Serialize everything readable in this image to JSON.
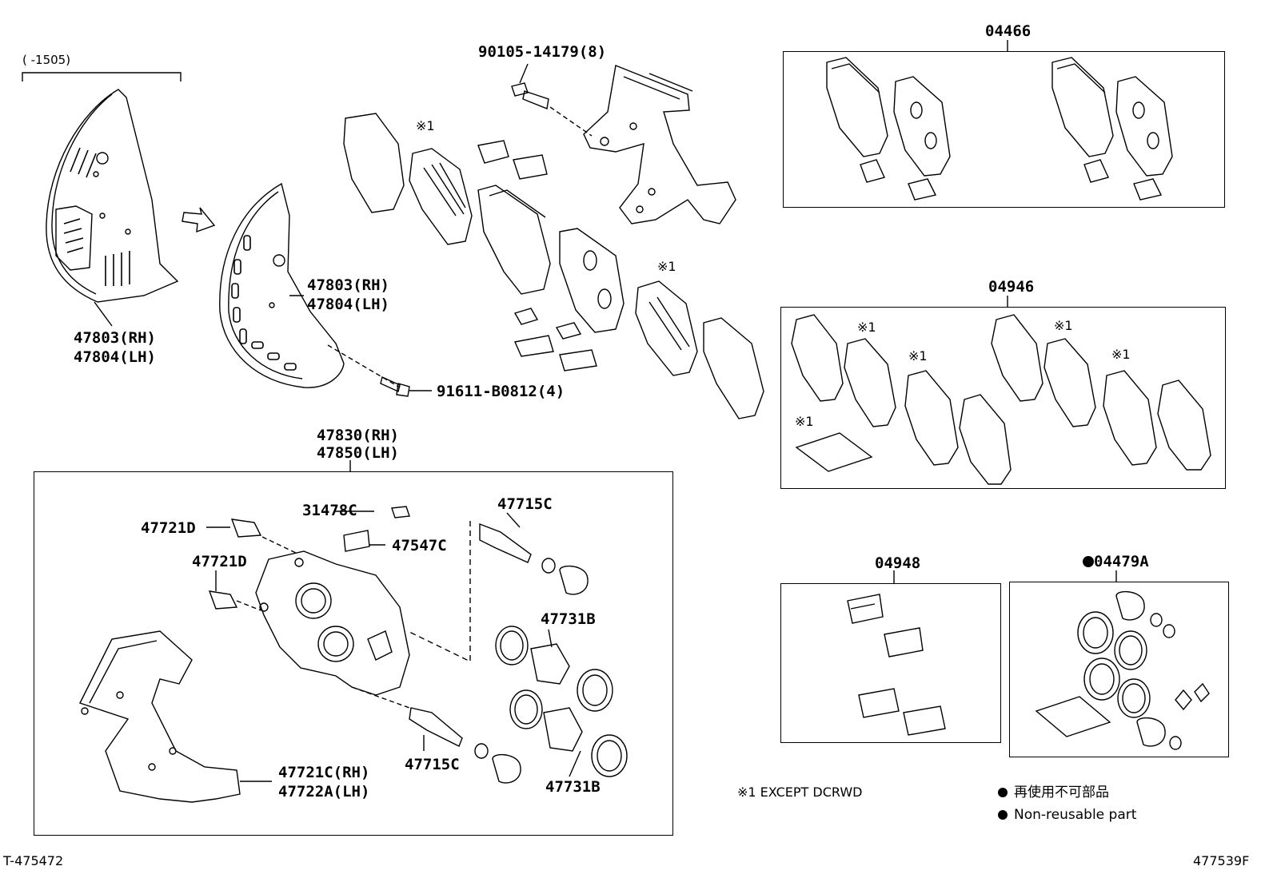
{
  "date_range": "(      -1505)",
  "labels": {
    "bolt_top": "90105-14179(8)",
    "kit_04466": "04466",
    "kit_04946": "04946",
    "kit_04948": "04948",
    "kit_04479a": "04479A",
    "cover_left_rh": "47803(RH)",
    "cover_left_lh": "47804(LH)",
    "cover_mid_rh": "47803(RH)",
    "cover_mid_lh": "47804(LH)",
    "bolt_cover": "91611-B0812(4)",
    "caliper_rh": "47830(RH)",
    "caliper_lh": "47850(LH)",
    "part_31478c": "31478C",
    "part_47721d_a": "47721D",
    "part_47721d_b": "47721D",
    "part_47547c": "47547C",
    "part_47715c_top": "47715C",
    "part_47715c_bot": "47715C",
    "part_47731b_top": "47731B",
    "part_47731b_bot": "47731B",
    "part_47721c_rh": "47721C(RH)",
    "part_47722a_lh": "47722A(LH)"
  },
  "marks": {
    "m1": "※1",
    "m2": "※1",
    "m3": "※1",
    "m4": "※1",
    "m5": "※1",
    "m6": "※1",
    "m7": "※1"
  },
  "footnote_except": "※1 EXCEPT DCRWD",
  "legend": {
    "jp": "再使用不可部品",
    "en": "Non-reusable part"
  },
  "ref_left": "T-475472",
  "ref_right": "477539F"
}
